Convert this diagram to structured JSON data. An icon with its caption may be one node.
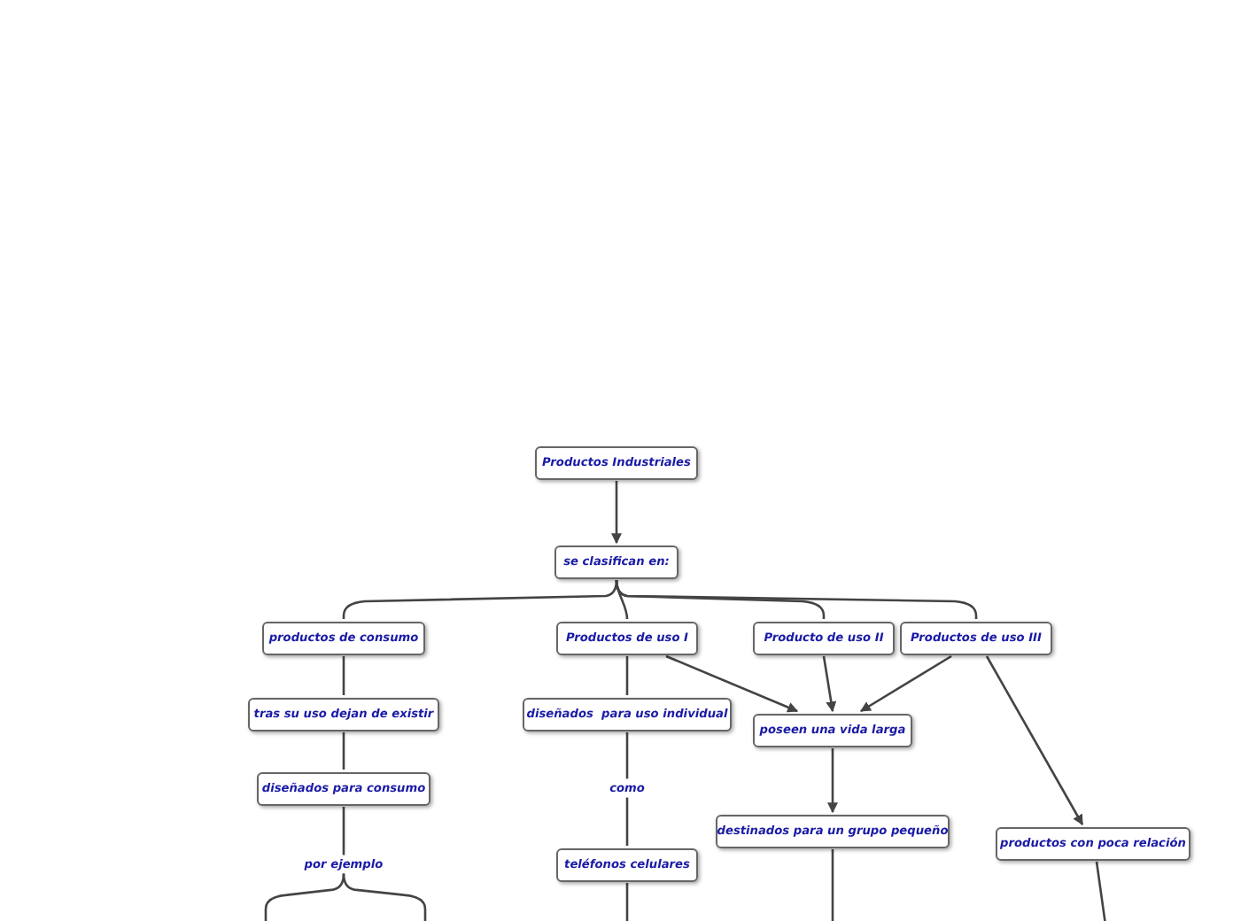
{
  "diagram": {
    "nodes": [
      {
        "text": [
          "Productos Industriales"
        ]
      },
      {
        "text": [
          "se clasifican en:"
        ]
      },
      {
        "text": [
          "productos de consumo"
        ]
      },
      {
        "text": [
          "Productos de uso I"
        ]
      },
      {
        "text": [
          "Producto de uso II"
        ]
      },
      {
        "text": [
          "Productos de uso III"
        ]
      },
      {
        "text": [
          "tras su uso dejan de existir"
        ]
      },
      {
        "text": [
          "diseñados  para uso individual"
        ]
      },
      {
        "text": [
          "poseen una vida larga"
        ]
      },
      {
        "text": [
          "diseñados para consumo"
        ]
      },
      {
        "text": [
          "como"
        ]
      },
      {
        "text": [
          "destinados para un grupo pequeño"
        ]
      },
      {
        "text": [
          "productos con poca relación"
        ]
      },
      {
        "text": [
          "por ejemplo"
        ]
      },
      {
        "text": [
          "teléfonos celulares"
        ]
      }
    ],
    "edges": [
      {
        "from": 0,
        "to": 1,
        "arrow": "to"
      },
      {
        "from": 1,
        "to": 2,
        "arrow": "none"
      },
      {
        "from": 1,
        "to": 3,
        "arrow": "none"
      },
      {
        "from": 1,
        "to": 4,
        "arrow": "none"
      },
      {
        "from": 1,
        "to": 5,
        "arrow": "none"
      },
      {
        "from": 2,
        "to": 6,
        "arrow": "none"
      },
      {
        "from": 6,
        "to": 9,
        "arrow": "none"
      },
      {
        "from": 9,
        "to": 13,
        "arrow": "none"
      },
      {
        "from": 13,
        "to": null,
        "arrow": "none"
      },
      {
        "from": 13,
        "to": null,
        "arrow": "none"
      },
      {
        "from": 3,
        "to": 7,
        "arrow": "none"
      },
      {
        "from": 7,
        "to": 10,
        "arrow": "none"
      },
      {
        "from": 10,
        "to": 14,
        "arrow": "none"
      },
      {
        "from": 14,
        "to": null,
        "arrow": "none"
      },
      {
        "from": 3,
        "to": 8,
        "arrow": "to"
      },
      {
        "from": 4,
        "to": 8,
        "arrow": "to"
      },
      {
        "from": 5,
        "to": 8,
        "arrow": "to"
      },
      {
        "from": 5,
        "to": 12,
        "arrow": "to"
      },
      {
        "from": 8,
        "to": 11,
        "arrow": "to"
      },
      {
        "from": 11,
        "to": null,
        "arrow": "none"
      },
      {
        "from": 12,
        "to": null,
        "arrow": "none"
      }
    ]
  }
}
